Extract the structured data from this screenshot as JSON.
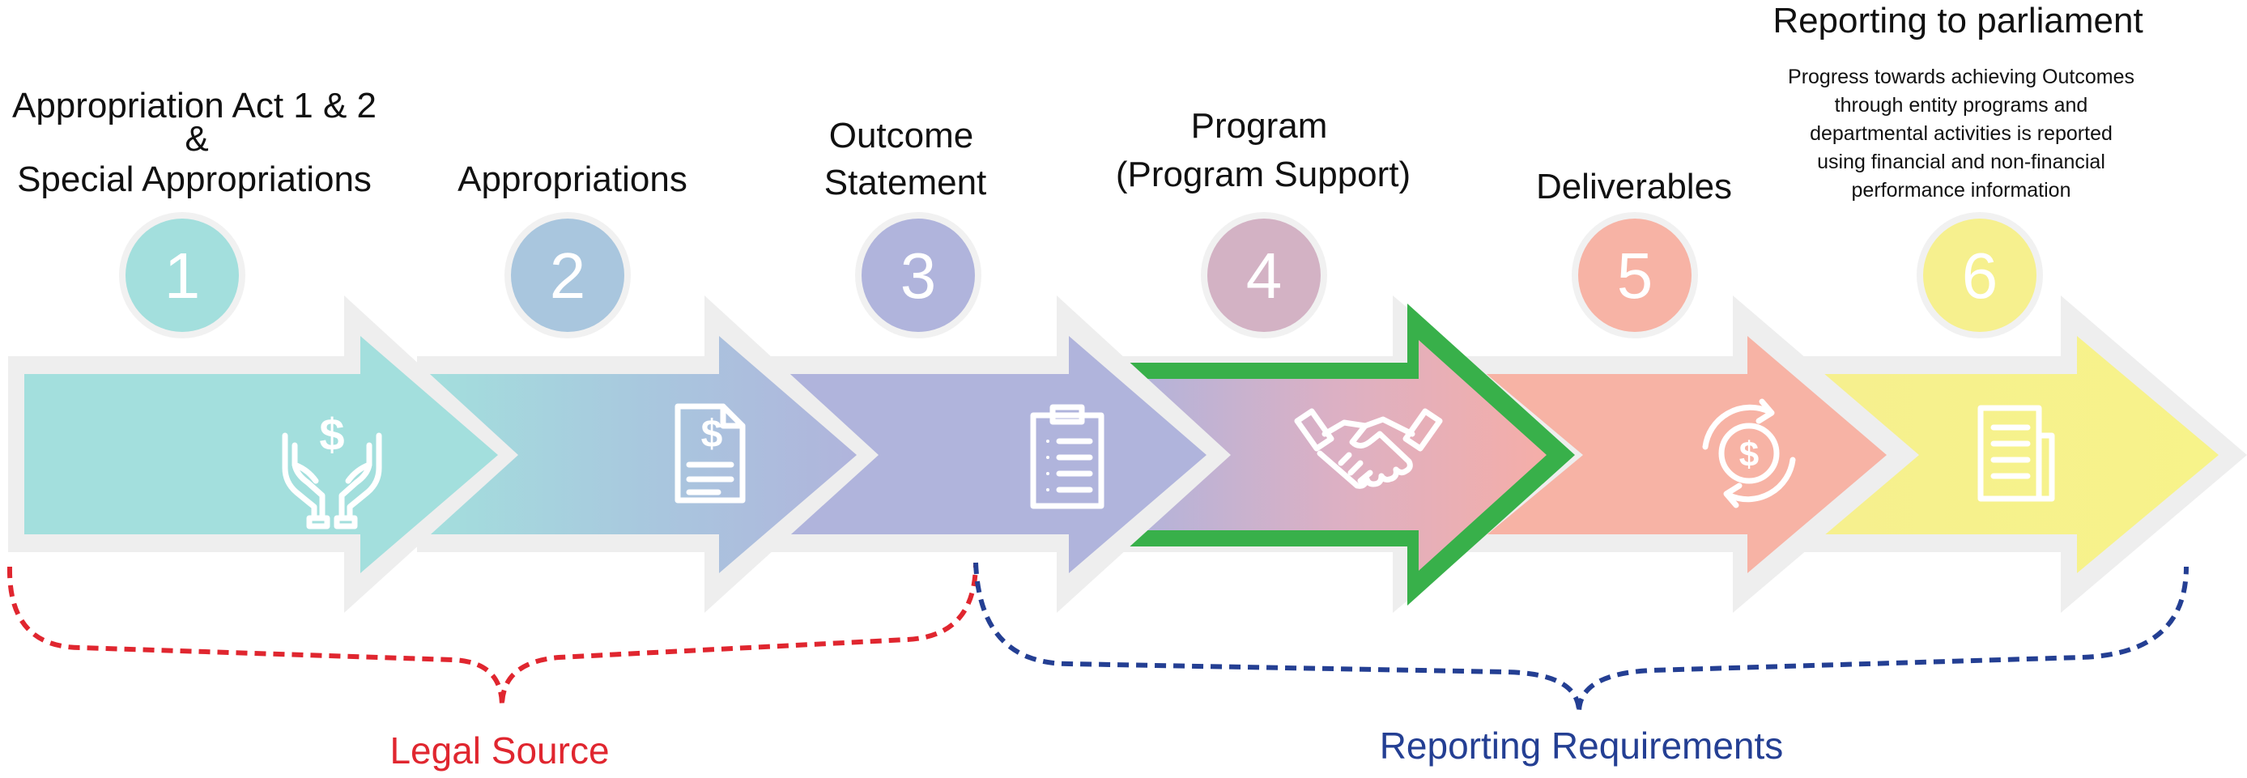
{
  "steps": [
    {
      "number": "1",
      "title_lines": [
        "Appropriation Act 1 & 2",
        "&",
        "Special Appropriations"
      ],
      "icon": "hands-dollar-icon",
      "color": "#a3dfdd"
    },
    {
      "number": "2",
      "title_lines": [
        "Appropriations"
      ],
      "icon": "invoice-dollar-icon",
      "color": "#a9c6de"
    },
    {
      "number": "3",
      "title_lines": [
        "Outcome",
        "Statement"
      ],
      "icon": "clipboard-list-icon",
      "color": "#b0b4dc"
    },
    {
      "number": "4",
      "title_lines": [
        "Program",
        "(Program Support)"
      ],
      "icon": "handshake-icon",
      "color": "#d3b2c4"
    },
    {
      "number": "5",
      "title_lines": [
        "Deliverables"
      ],
      "icon": "dollar-cycle-icon",
      "color": "#f7b3a5"
    },
    {
      "number": "6",
      "title_lines": [
        "Reporting to parliament"
      ],
      "icon": "documents-icon",
      "color": "#f6f08e"
    }
  ],
  "reporting_description_lines": [
    "Progress towards achieving Outcomes",
    "through entity programs and",
    "departmental activities is reported",
    "using financial and non-financial",
    "performance information"
  ],
  "brackets": {
    "legal_source": {
      "label": "Legal Source",
      "color": "#e0262f"
    },
    "reporting_requirements": {
      "label": "Reporting Requirements",
      "color": "#243f93"
    }
  },
  "highlight_color": "#38b04a"
}
